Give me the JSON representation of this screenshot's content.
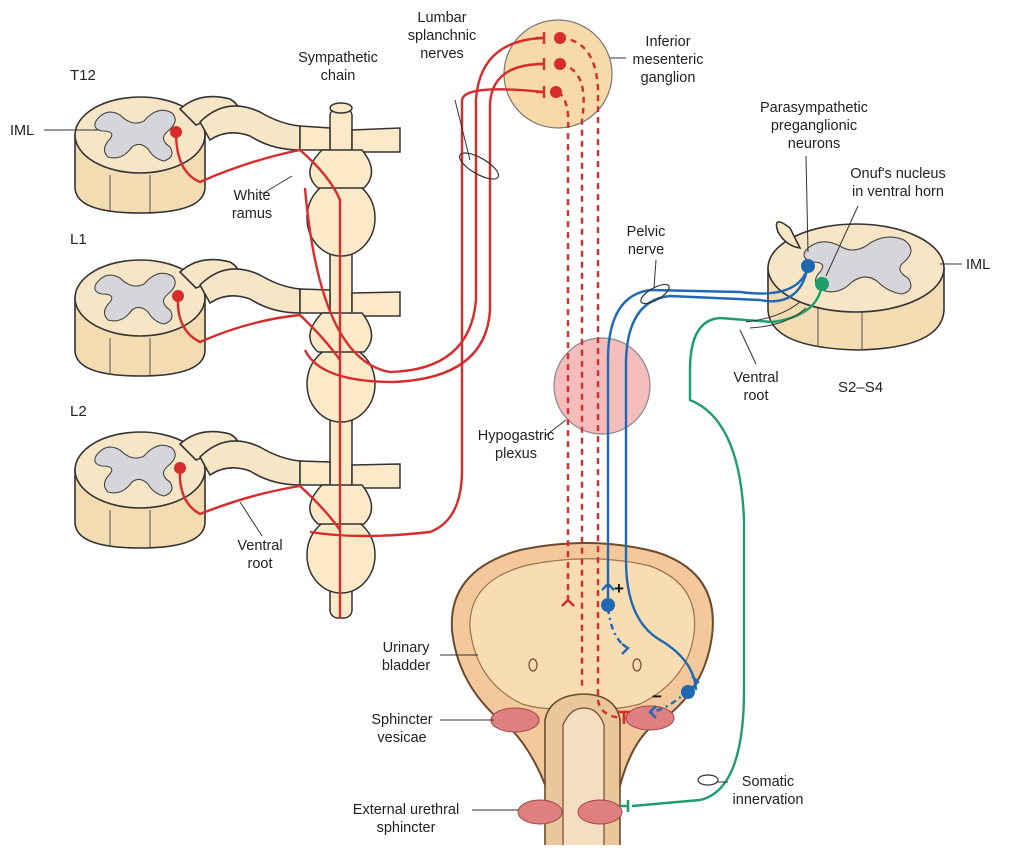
{
  "segment_labels": {
    "t12": "T12",
    "l1": "L1",
    "l2": "L2",
    "sacral": "S2–S4"
  },
  "labels": {
    "iml_left": "IML",
    "iml_right": "IML",
    "sympathetic_chain": [
      "Sympathetic",
      "chain"
    ],
    "lumbar_splanchnic": [
      "Lumbar",
      "splanchnic",
      "nerves"
    ],
    "inferior_mesenteric": [
      "Inferior",
      "mesenteric",
      "ganglion"
    ],
    "white_ramus": [
      "White",
      "ramus"
    ],
    "ventral_root_left": [
      "Ventral",
      "root"
    ],
    "parasympathetic": [
      "Parasympathetic",
      "preganglionic",
      "neurons"
    ],
    "onufs_nucleus": [
      "Onuf's nucleus",
      "in ventral horn"
    ],
    "pelvic_nerve": [
      "Pelvic",
      "nerve"
    ],
    "ventral_root_right": [
      "Ventral",
      "root"
    ],
    "hypogastric_plexus": [
      "Hypogastric",
      "plexus"
    ],
    "urinary_bladder": [
      "Urinary",
      "bladder"
    ],
    "sphincter_vesicae": [
      "Sphincter",
      "vesicae"
    ],
    "external_urethral": [
      "External urethral",
      "sphincter"
    ],
    "somatic_innervation": [
      "Somatic",
      "innervation"
    ]
  },
  "signs": {
    "excitatory": "+",
    "inhibitory": "−"
  },
  "colors": {
    "sympathetic": "#d62c2c",
    "parasympathetic": "#1f68b4",
    "somatic": "#1d9e6b",
    "ganglion_fill": "#f8d9a8",
    "plexus_fill": "#f2a6a6",
    "bladder_fill": "#f3c89a",
    "sphincter_fill": "#e07f7f",
    "spinal_cord": "#f7e6c6",
    "gray_matter": "#d6d6da"
  }
}
